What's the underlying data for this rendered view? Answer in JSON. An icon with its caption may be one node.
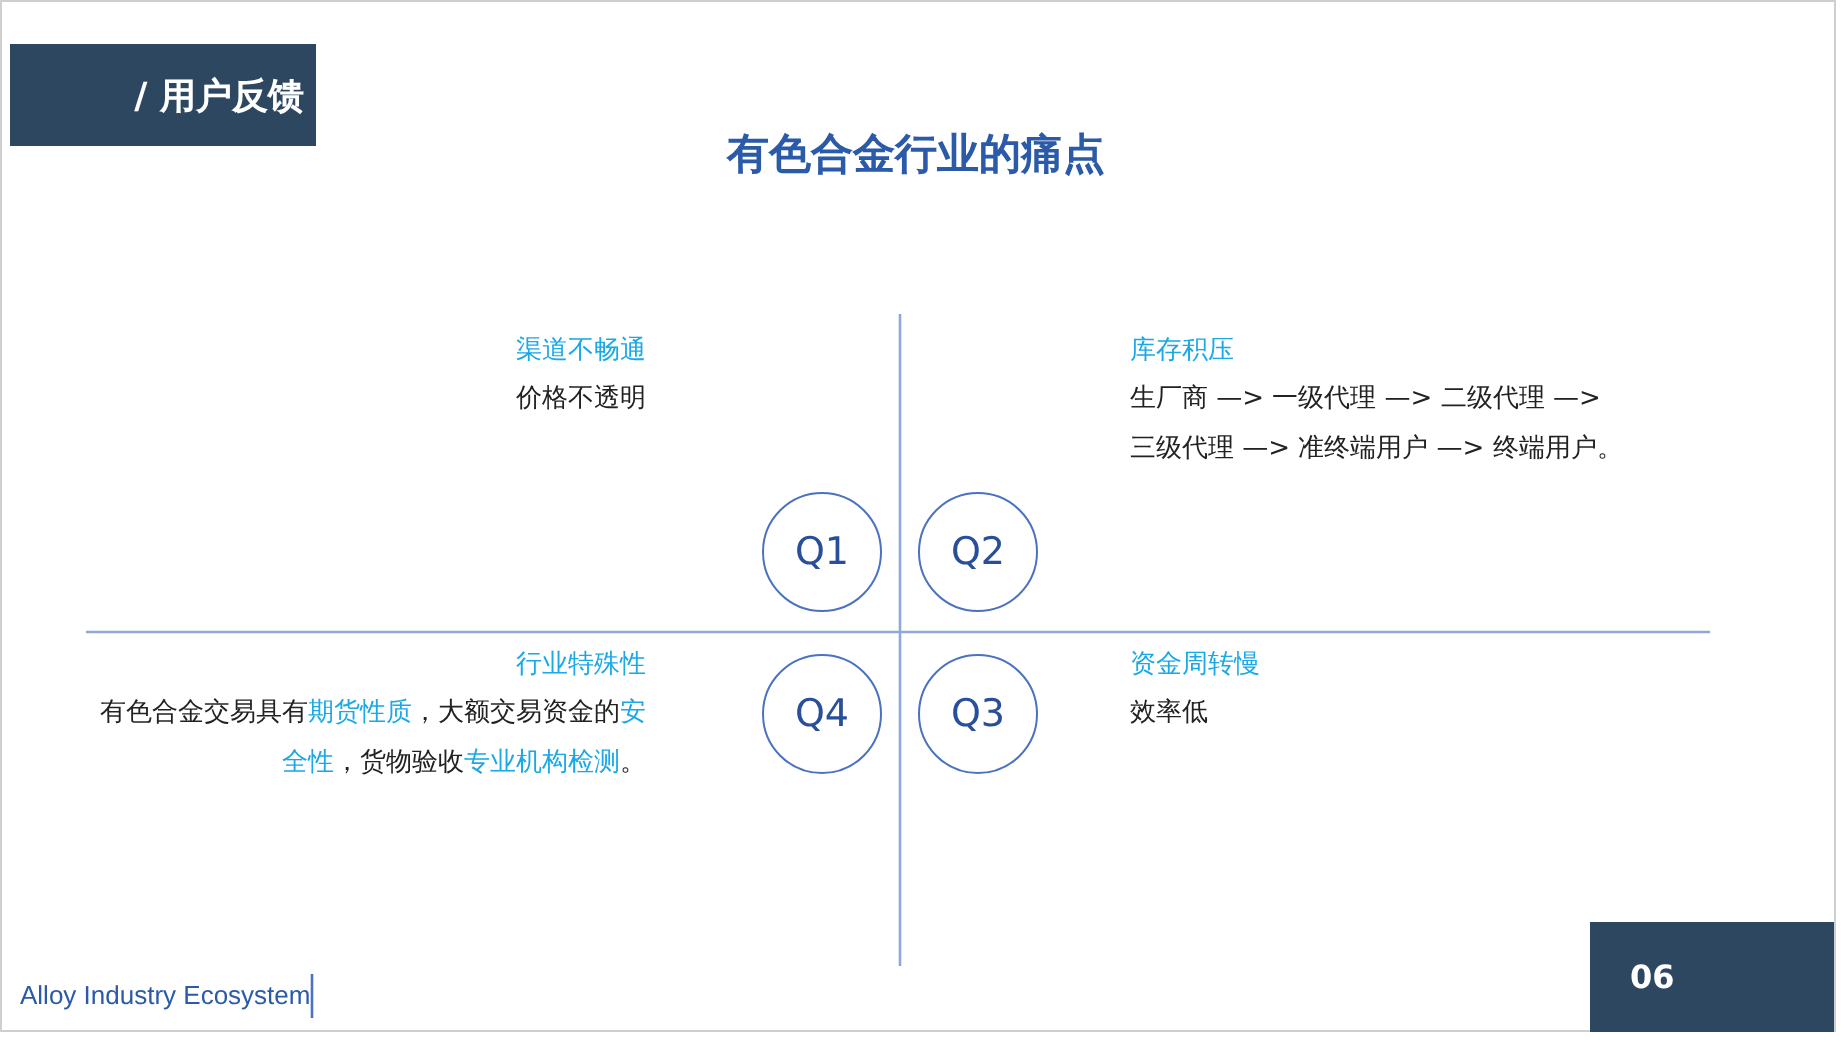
{
  "diagram": {
    "title": "有色合金行业的痛点",
    "nodes": [
      {
        "text": [
          "/ 用户反馈"
        ]
      },
      {
        "text": [
          "Q1"
        ]
      },
      {
        "text": [
          "Q2"
        ]
      },
      {
        "text": [
          "Q4"
        ]
      },
      {
        "text": [
          "Q3"
        ]
      },
      {
        "text": [
          "06"
        ]
      }
    ],
    "labels": [
      "渠道不畅通",
      "价格不透明",
      "库存积压",
      "生厂商 —> 一级代理 —> 二级代理 —> 三级代理 —> 准终端用户 —>  终端用户。",
      "行业特殊性",
      "有色合金交易具有**期货性质**，大额交易资金的**安全性**，货物验收**专业机构检测**。",
      "资金周转慢",
      "效率低",
      "Alloy Industry Ecosystem"
    ]
  }
}
